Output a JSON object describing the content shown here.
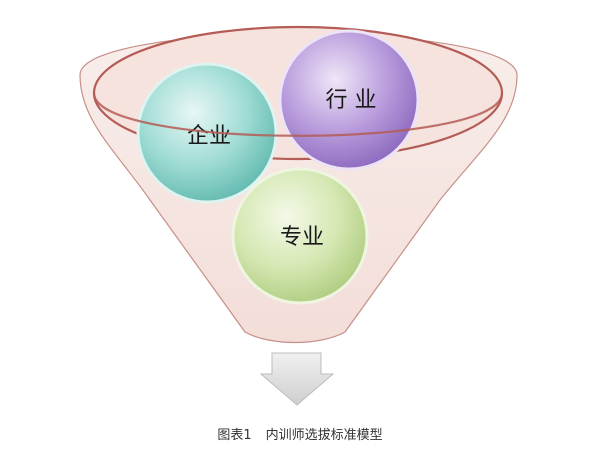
{
  "diagram": {
    "circles": [
      {
        "id": "enterprise",
        "label": "企业",
        "color": "#7fcfc6"
      },
      {
        "id": "industry",
        "label": "行 业",
        "color": "#a98bd0"
      },
      {
        "id": "profession",
        "label": "专业",
        "color": "#c9df9e"
      }
    ],
    "funnel_color": "#f6e6e2",
    "funnel_stroke": "#b45c56",
    "arrow_color": "#dcdcdc"
  },
  "caption": {
    "figure_no": "图表1",
    "text": "内训师选拔标准模型"
  }
}
